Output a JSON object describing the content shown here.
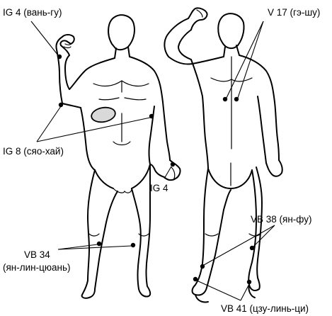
{
  "labels": {
    "ig4_top": "IG 4 (вань-гу)",
    "ig8": "IG 8 (сяо-хай)",
    "ig4_hand": "IG 4",
    "vb34_line1": "VB 34",
    "vb34_line2": "(ян-лин-цюань)",
    "v17": "V 17 (гэ-шу)",
    "vb38": "VB 38 (ян-фу)",
    "vb41": "VB 41 (цзу-линь-ци)"
  },
  "colors": {
    "ink": "#000000",
    "liver_fill": "#d9d9d9"
  }
}
